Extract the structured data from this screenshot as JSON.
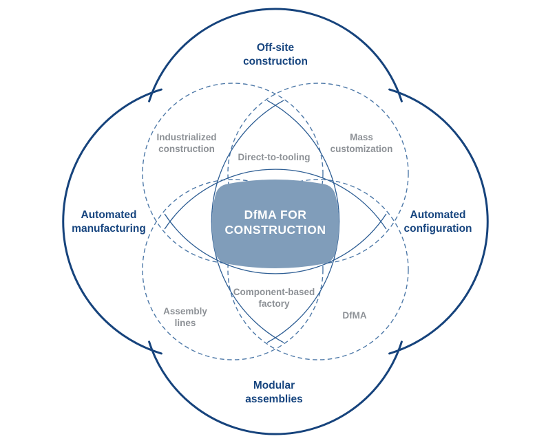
{
  "diagram": {
    "title": "DfMA for Construction venn diagram",
    "center_label": {
      "line1": "DfMA FOR",
      "line2": "CONSTRUCTION"
    },
    "outer_labels": {
      "top": {
        "line1": "Off-site",
        "line2": "construction"
      },
      "left": {
        "line1": "Automated",
        "line2": "manufacturing"
      },
      "right": {
        "line1": "Automated",
        "line2": "configuration"
      },
      "bottom": {
        "line1": "Modular",
        "line2": "assemblies"
      }
    },
    "intersection_labels": {
      "top_left": {
        "line1": "Industrialized",
        "line2": "construction"
      },
      "top_right": {
        "line1": "Mass",
        "line2": "customization"
      },
      "top_center": {
        "line1": "Direct-to-tooling"
      },
      "bottom_center": {
        "line1": "Component-based",
        "line2": "factory"
      },
      "bottom_left": {
        "line1": "Assembly",
        "line2": "lines"
      },
      "bottom_right": {
        "line1": "DfMA"
      }
    }
  },
  "colors": {
    "background": "#ffffff",
    "outline_navy": "#16437c",
    "thin_arc_blue": "#2e5e94",
    "dashed_blue": "#4e79a8",
    "center_fill": "#809dba",
    "navy_text": "#17457f",
    "gray_text": "#8d9196",
    "center_text": "#ffffff"
  }
}
